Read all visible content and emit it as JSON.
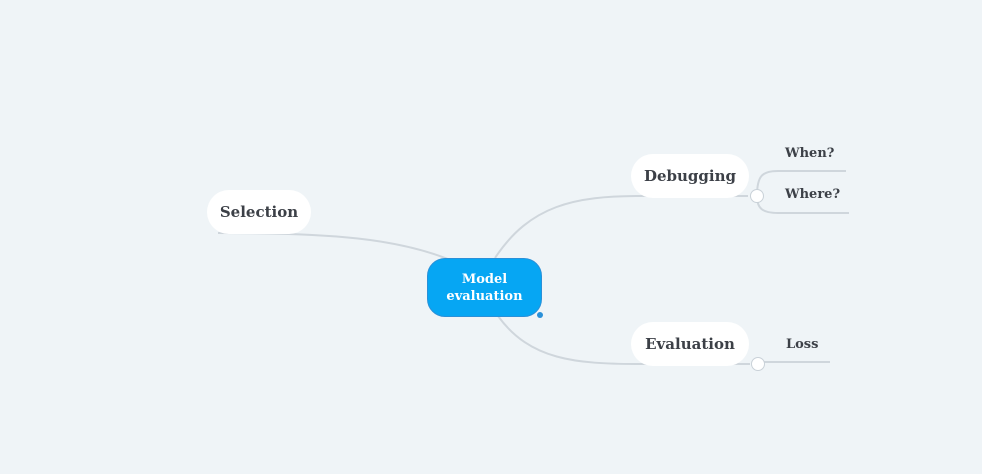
{
  "mindmap": {
    "root": {
      "line1": "Model",
      "line2": "evaluation",
      "color": "#06a6f3"
    },
    "topics": {
      "selection": {
        "label": "Selection"
      },
      "debugging": {
        "label": "Debugging",
        "subtopics": [
          {
            "label": "When?"
          },
          {
            "label": "Where?"
          }
        ]
      },
      "evaluation": {
        "label": "Evaluation",
        "subtopics": [
          {
            "label": "Loss"
          }
        ]
      }
    },
    "background": "#eff4f7",
    "link_color": "#cfd6dc"
  }
}
